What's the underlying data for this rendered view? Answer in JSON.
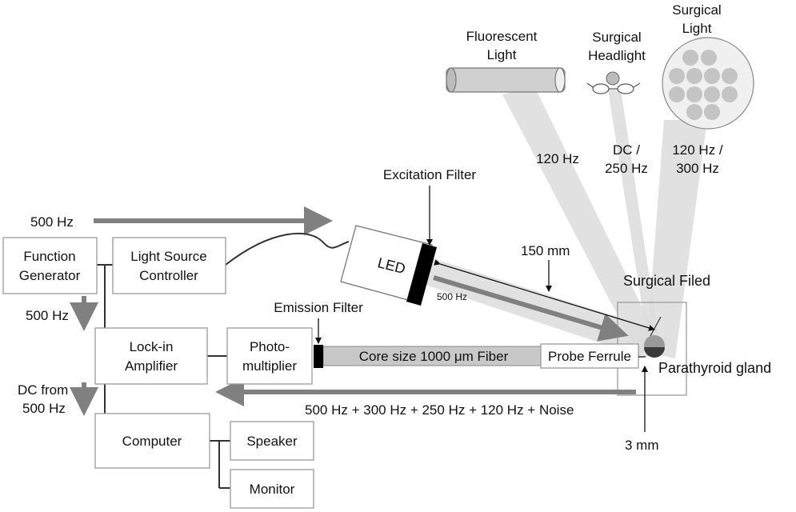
{
  "colors": {
    "arrow": "#808080",
    "beam": "#dcdcdc",
    "fiber": "#c8c8c8",
    "box_stroke": "#9a9a9a",
    "filter": "#000000"
  },
  "blocks": {
    "function_generator": [
      "Function",
      "Generator"
    ],
    "light_source_controller": [
      "Light Source",
      "Controller"
    ],
    "lock_in_amplifier": [
      "Lock-in",
      "Amplifier"
    ],
    "photomultiplier": [
      "Photo-",
      "multiplier"
    ],
    "computer": "Computer",
    "speaker": "Speaker",
    "monitor": "Monitor",
    "led": "LED",
    "probe_ferrule": "Probe Ferrule"
  },
  "labels": {
    "excitation_filter": "Excitation Filter",
    "emission_filter": "Emission Filter",
    "fiber": "Core size 1000 μm Fiber",
    "distance_150": "150 mm",
    "led_500hz": "500 Hz",
    "surgical_field": "Surgical Filed",
    "parathyroid": "Parathyroid gland",
    "distance_3": "3 mm",
    "signal_500hz_top": "500 Hz",
    "signal_500hz_left": "500 Hz",
    "dc_from": [
      "DC from",
      "500 Hz"
    ],
    "return_signal": "500 Hz + 300 Hz + 250 Hz + 120 Hz + Noise"
  },
  "lights": {
    "fluorescent": {
      "name": [
        "Fluorescent",
        "Light"
      ],
      "freq": [
        "120 Hz"
      ]
    },
    "headlight": {
      "name": [
        "Surgical",
        "Headlight"
      ],
      "freq": [
        "DC /",
        "250 Hz"
      ]
    },
    "surgical": {
      "name": [
        "Surgical",
        "Light"
      ],
      "freq": [
        "120 Hz /",
        "300 Hz"
      ]
    }
  }
}
